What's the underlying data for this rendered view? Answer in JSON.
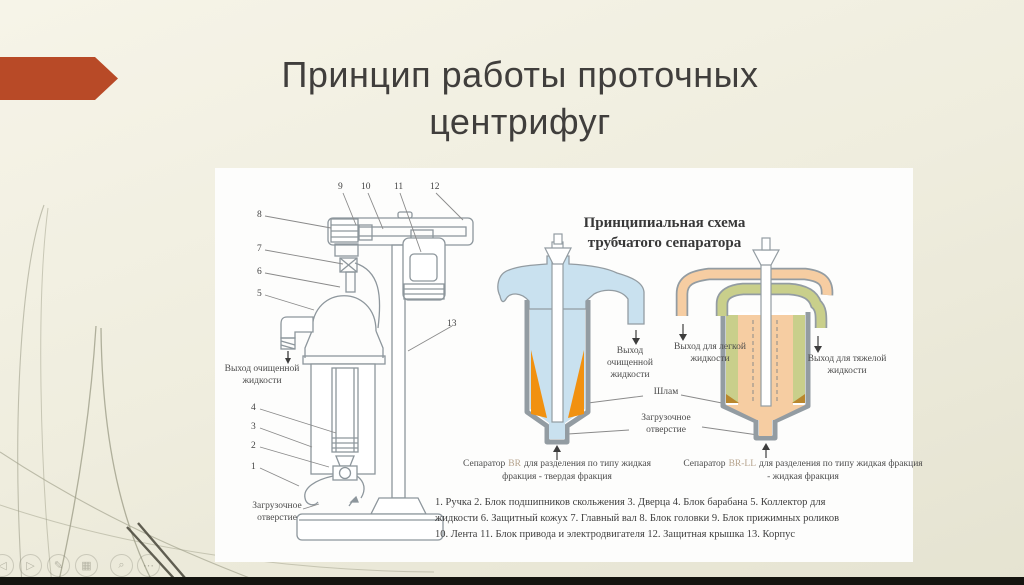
{
  "title": {
    "line1": "Принцип работы проточных",
    "line2": "центрифуг"
  },
  "machine": {
    "parts": [
      "1",
      "2",
      "3",
      "4",
      "5",
      "6",
      "7",
      "8",
      "9",
      "10",
      "11",
      "12",
      "13"
    ],
    "outlet_label": "Выход очищенной жидкости",
    "feed_label": "Загрузочное отверстие"
  },
  "schematic": {
    "title_line1": "Принципиальная схема",
    "title_line2": "трубчатого сепаратора",
    "clarified_outlet_label": "Выход очищенной жидкости",
    "sludge_label": "Шлам",
    "feed_label": "Загрузочное отверстие",
    "light_outlet_label": "Выход для легкой жидкости",
    "heavy_outlet_label": "Выход для тяжелой жидкости",
    "left_caption": {
      "prefix": "Сепаратор",
      "model": "BR",
      "suffix": "для разделения по типу жидкая фракция - твердая фракция"
    },
    "right_caption": {
      "prefix": "Сепаратор",
      "model": "BR-LL",
      "suffix": "для разделения по типу жидкая фракция - жидкая фракция"
    }
  },
  "legend": {
    "lines": [
      "1. Ручка  2. Блок подшипников скольжения  3. Дверца  4. Блок барабана  5. Коллектор для",
      "жидкости  6. Защитный кожух  7. Главный вал  8. Блок головки  9. Блок прижимных роликов",
      "10. Лента  11. Блок привода и электродвигателя  12. Защитная крышка  13. Корпус"
    ]
  },
  "colors": {
    "accent_arrow": "#b84a27",
    "clarified_liquid": "#c9e1ef",
    "sludge": "#f19110",
    "sludge_trace": "#b9872e",
    "light_liquid": "#f6cda2",
    "heavy_liquid": "#c9cf8b"
  },
  "playback_controls": [
    {
      "glyph": "◁"
    },
    {
      "glyph": "▷"
    },
    {
      "glyph": "✎"
    },
    {
      "glyph": "▦"
    },
    {
      "glyph": "⌕"
    },
    {
      "glyph": "⋯"
    }
  ]
}
